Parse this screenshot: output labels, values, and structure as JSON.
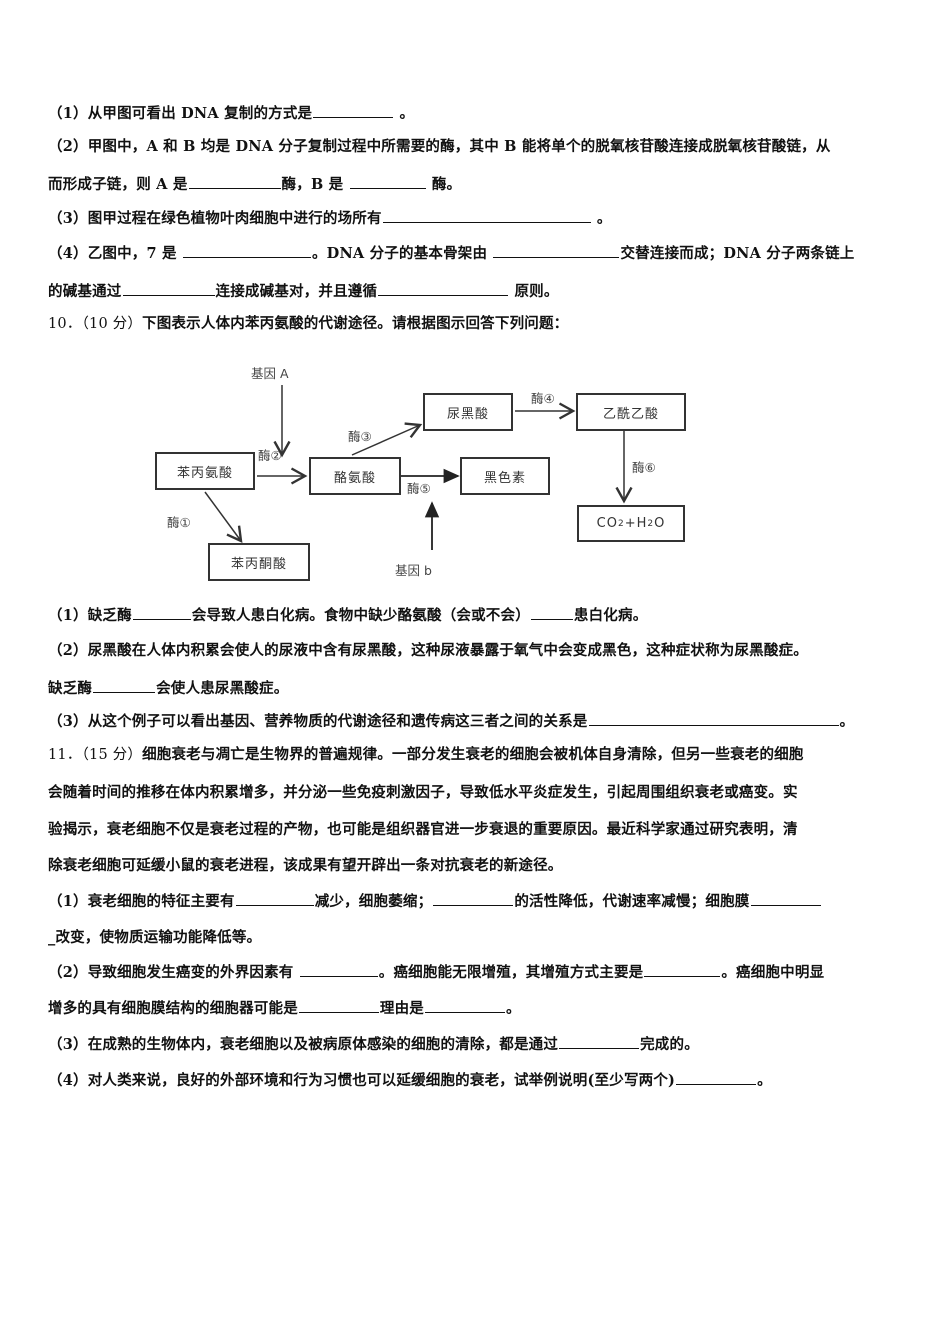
{
  "q9_parts": [
    {
      "prefix": "（1）从甲图可看出 DNA 复制的方式是",
      "suffix": " 。"
    },
    {
      "line1": "（2）甲图中，A 和 B 均是 DNA 分子复制过程中所需要的酶，其中 B 能将单个的脱氧核苷酸连接成脱氧核苷酸链，从",
      "line2_a": "而形成子链，则 A 是",
      "line2_b": "酶，B 是 ",
      "line2_c": " 酶。"
    },
    {
      "prefix": "（3）图甲过程在绿色植物叶肉细胞中进行的场所有",
      "suffix": " 。"
    },
    {
      "line1_a": "（4）乙图中，7 是 ",
      "line1_b": "。DNA 分子的基本骨架由 ",
      "line1_c": "交替连接而成；DNA 分子两条链上",
      "line2_a": "的碱基通过",
      "line2_b": "连接成碱基对，并且遵循",
      "line2_c": " 原则。"
    }
  ],
  "q10": {
    "number": "10．",
    "score": "（10 分）",
    "stem": "下图表示人体内苯丙氨酸的代谢途径。请根据图示回答下列问题：",
    "diagram": {
      "boxes": {
        "phenylalanine": "苯丙氨酸",
        "tyrosine": "酪氨酸",
        "homogentisic": "尿黑酸",
        "acetoacetic": "乙酰乙酸",
        "melanin": "黑色素",
        "co2_h2o": "CO₂+H₂O",
        "phenylpyruvic": "苯丙酮酸"
      },
      "labels": {
        "gene_a": "基因 A",
        "gene_b": "基因 b",
        "enzyme1": "酶①",
        "enzyme2": "酶②",
        "enzyme3": "酶③",
        "enzyme4": "酶④",
        "enzyme5": "酶⑤",
        "enzyme6": "酶⑥"
      }
    },
    "parts": [
      {
        "a": "（1）缺乏酶",
        "b": "会导致人患白化病。食物中缺少酪氨酸（会或不会）",
        "c": "患白化病。"
      },
      {
        "line1": "（2）尿黑酸在人体内积累会使人的尿液中含有尿黑酸，这种尿液暴露于氧气中会变成黑色，这种症状称为尿黑酸症。",
        "line2_a": "缺乏酶",
        "line2_b": "会使人患尿黑酸症。"
      },
      {
        "a": "（3）从这个例子可以看出基因、营养物质的代谢途径和遗传病这三者之间的关系是",
        "b": "。"
      }
    ]
  },
  "q11": {
    "number": "11．",
    "score": "（15 分）",
    "stem_lines": [
      "细胞衰老与凋亡是生物界的普遍规律。一部分发生衰老的细胞会被机体自身清除，但另一些衰老的细胞",
      "会随着时间的推移在体内积累增多，并分泌一些免疫刺激因子，导致低水平炎症发生，引起周围组织衰老或癌变。实",
      "验揭示，衰老细胞不仅是衰老过程的产物，也可能是组织器官进一步衰退的重要原因。最近科学家通过研究表明，清",
      "除衰老细胞可延缓小鼠的衰老进程，该成果有望开辟出一条对抗衰老的新途径。"
    ],
    "parts": [
      {
        "line1_a": "（1）衰老细胞的特征主要有",
        "line1_b": "减少，细胞萎缩；",
        "line1_c": "的活性降低，代谢速率减慢；细胞膜",
        "line2_a": "_改变，使物质运输功能降低等。"
      },
      {
        "line1_a": "（2）导致细胞发生癌变的外界因素有 ",
        "line1_b": "。癌细胞能无限增殖，其增殖方式主要是",
        "line1_c": "。癌细胞中明显",
        "line2_a": "增多的具有细胞膜结构的细胞器可能是",
        "line2_b": "理由是",
        "line2_c": "。"
      },
      {
        "a": "（3）在成熟的生物体内，衰老细胞以及被病原体感染的细胞的清除，都是通过",
        "b": "完成的。"
      },
      {
        "a": "（4）对人类来说，良好的外部环境和行为习惯也可以延缓细胞的衰老，试举例说明(至少写两个)",
        "b": "。"
      }
    ]
  }
}
